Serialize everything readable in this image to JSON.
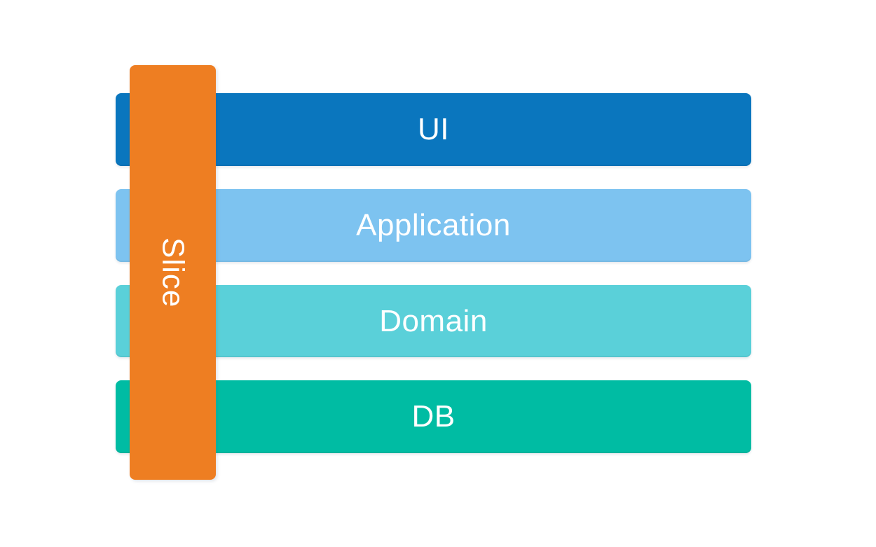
{
  "canvas": {
    "background": "#ffffff",
    "text_color": "#ffffff"
  },
  "diagram": {
    "layers": [
      {
        "label": "UI",
        "color": "#0a76be"
      },
      {
        "label": "Application",
        "color": "#7dc3f0"
      },
      {
        "label": "Domain",
        "color": "#5ad0d9"
      },
      {
        "label": "DB",
        "color": "#00bca3"
      }
    ],
    "slice": {
      "label": "Slice",
      "color": "#ee7e22"
    }
  }
}
